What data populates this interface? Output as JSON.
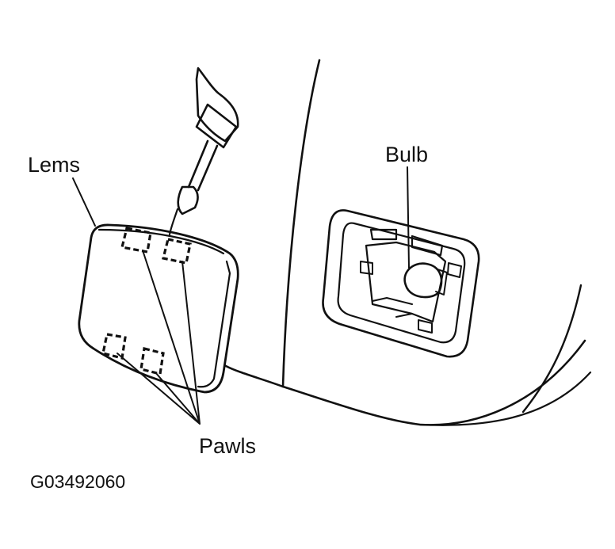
{
  "labels": {
    "lens": "Lems",
    "bulb": "Bulb",
    "pawls": "Pawls",
    "figure_code": "G03492060"
  },
  "colors": {
    "ink": "#111111",
    "paper": "#ffffff"
  },
  "icons": {
    "tool": "screwdriver-icon",
    "lamp": "bulb-icon"
  }
}
